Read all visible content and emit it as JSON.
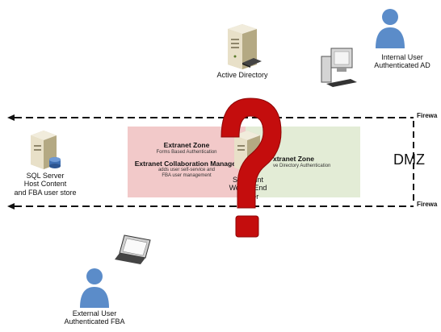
{
  "nodes": {
    "active_directory": {
      "label": "Active Directory"
    },
    "internal_user": {
      "label_lines": [
        "Internal User",
        "Authenticated AD"
      ]
    },
    "sql_server": {
      "label_lines": [
        "SQL Server",
        "Host Content",
        "and FBA user store"
      ]
    },
    "sharepoint_server": {
      "label_lines": [
        "S       oint",
        "We       End",
        "Server"
      ]
    },
    "external_user": {
      "label_lines": [
        "External User",
        "Authenticated FBA"
      ]
    }
  },
  "zones": {
    "extranet_fba": {
      "title": "Extranet Zone",
      "subtitle": "Forms Based Authentication",
      "manager_title": "Extranet Collaboration Manager",
      "manager_lines": [
        "adds user self-service and",
        "FBA user management"
      ],
      "fill": "#f2c9c9"
    },
    "extranet_ad": {
      "title": "xtranet Zone",
      "subtitle": "ve Directory Authentication",
      "fill": "#e3ecd6"
    }
  },
  "dmz": {
    "label": "DMZ"
  },
  "firewalls": {
    "top": "Firewa",
    "bottom": "Firewa"
  },
  "overlay": {
    "symbol": "?",
    "color": "#c40d0d"
  },
  "colors": {
    "user_blue": "#5b8cc9",
    "server_tan": "#d9cfb4"
  }
}
